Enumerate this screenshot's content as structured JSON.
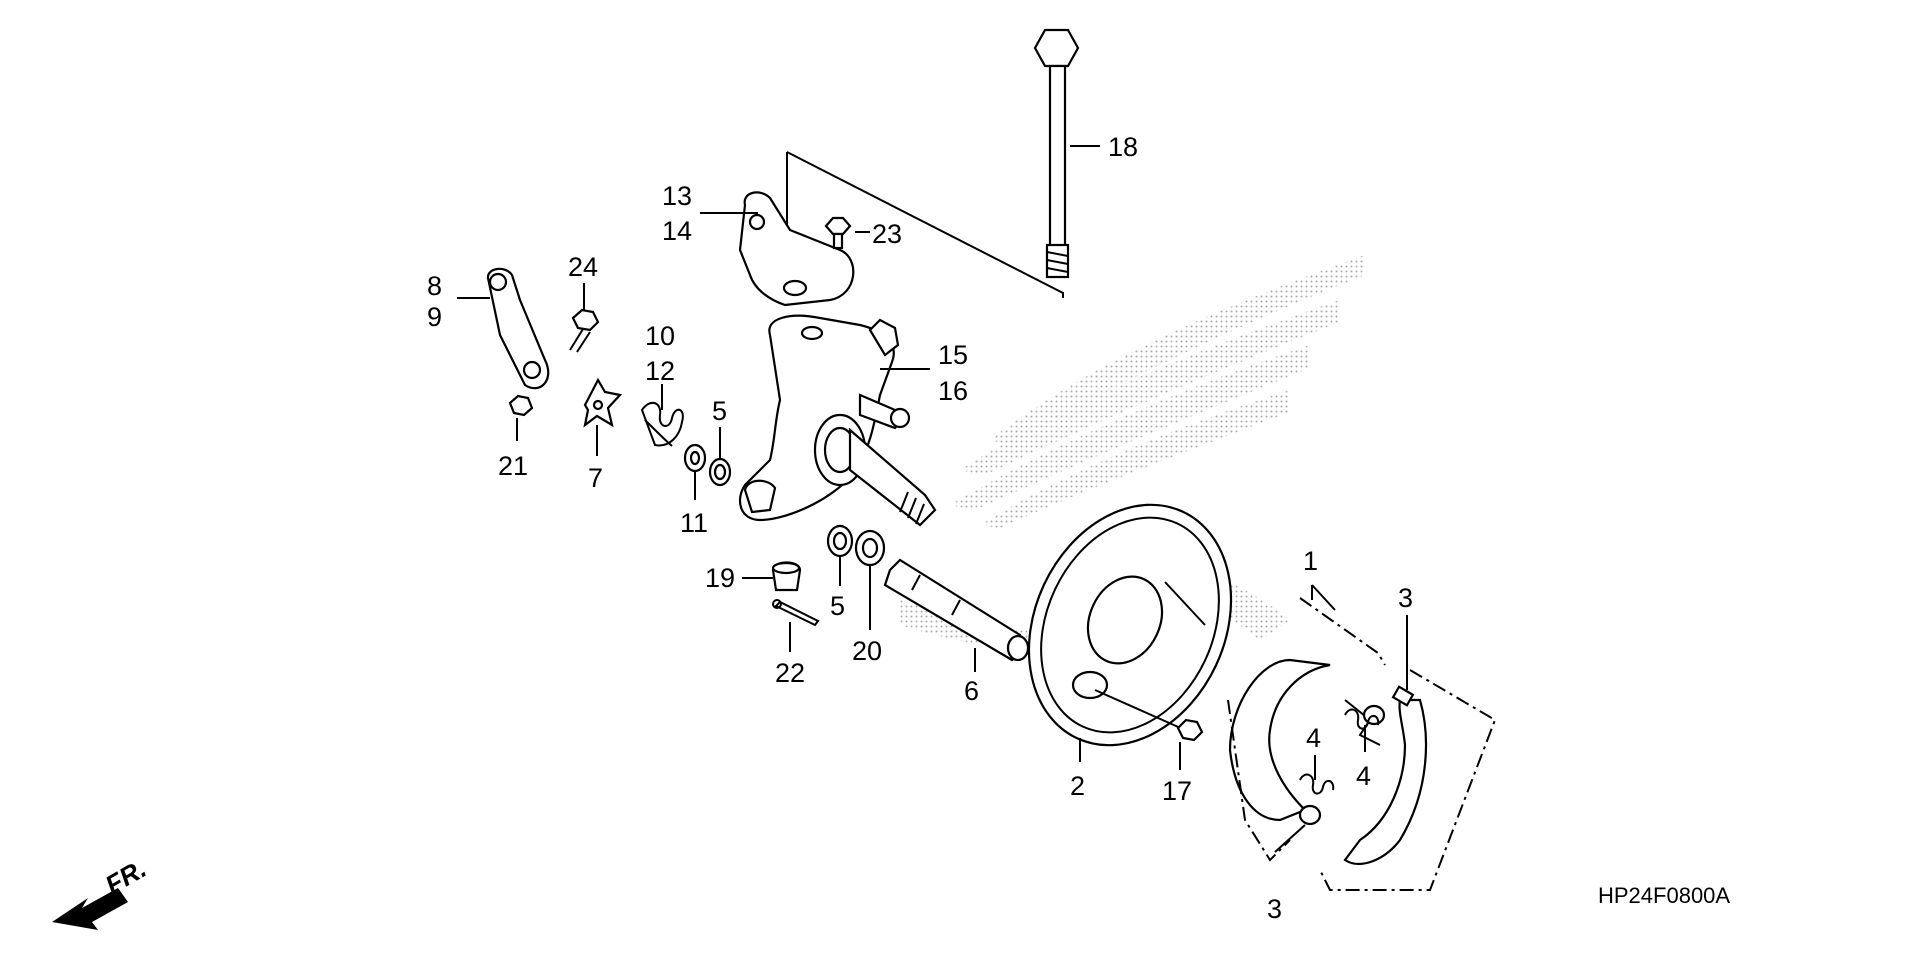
{
  "diagram": {
    "part_code": "HP24F0800A",
    "direction_label": "FR.",
    "callouts": [
      {
        "id": "c1",
        "label": "1"
      },
      {
        "id": "c2",
        "label": "2"
      },
      {
        "id": "c3a",
        "label": "3"
      },
      {
        "id": "c3b",
        "label": "3"
      },
      {
        "id": "c4a",
        "label": "4"
      },
      {
        "id": "c4b",
        "label": "4"
      },
      {
        "id": "c5a",
        "label": "5"
      },
      {
        "id": "c5b",
        "label": "5"
      },
      {
        "id": "c6",
        "label": "6"
      },
      {
        "id": "c7",
        "label": "7"
      },
      {
        "id": "c8",
        "label": "8"
      },
      {
        "id": "c9",
        "label": "9"
      },
      {
        "id": "c10",
        "label": "10"
      },
      {
        "id": "c11",
        "label": "11"
      },
      {
        "id": "c12",
        "label": "12"
      },
      {
        "id": "c13",
        "label": "13"
      },
      {
        "id": "c14",
        "label": "14"
      },
      {
        "id": "c15",
        "label": "15"
      },
      {
        "id": "c16",
        "label": "16"
      },
      {
        "id": "c17",
        "label": "17"
      },
      {
        "id": "c18",
        "label": "18"
      },
      {
        "id": "c19",
        "label": "19"
      },
      {
        "id": "c20",
        "label": "20"
      },
      {
        "id": "c21",
        "label": "21"
      },
      {
        "id": "c22",
        "label": "22"
      },
      {
        "id": "c23",
        "label": "23"
      },
      {
        "id": "c24",
        "label": "24"
      }
    ],
    "colors": {
      "line": "#000000",
      "background": "#ffffff",
      "watermark": "#b9b9b9"
    }
  }
}
